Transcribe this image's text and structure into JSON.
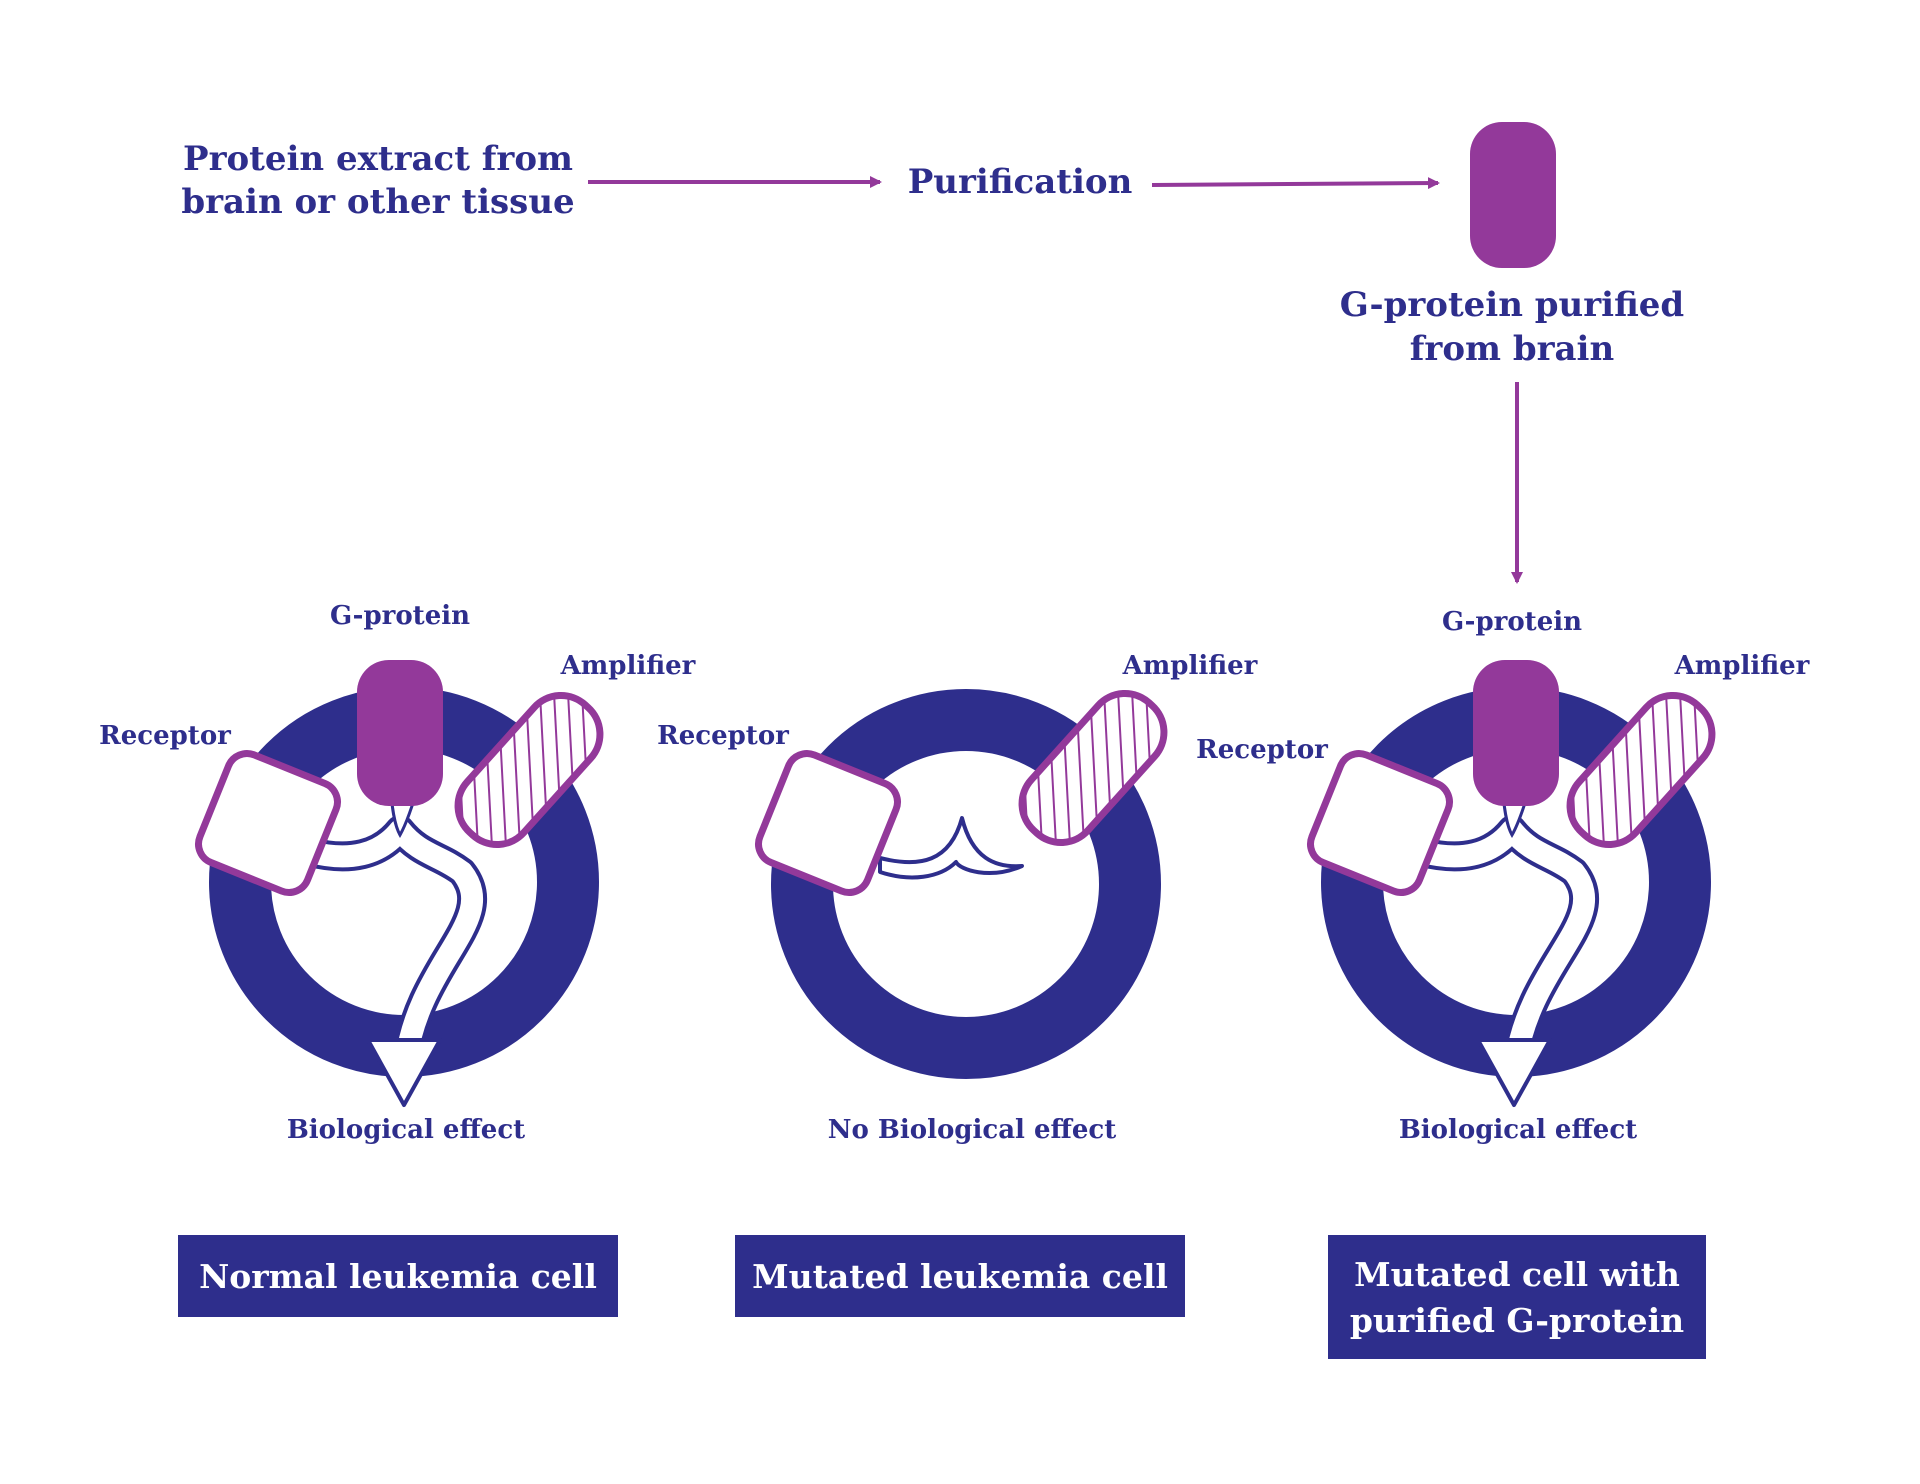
{
  "colors": {
    "navy": "#2e2e8c",
    "purple": "#93399a",
    "white": "#ffffff"
  },
  "flow": {
    "source_line1": "Protein extract from",
    "source_line2": "brain or other tissue",
    "step": "Purification",
    "result_line1": "G-protein purified",
    "result_line2": "from brain"
  },
  "cells": [
    {
      "gprotein_label": "G-protein",
      "amplifier_label": "Amplifier",
      "receptor_label": "Receptor",
      "effect_label": "Biological effect",
      "box_lines": [
        "Normal leukemia cell"
      ]
    },
    {
      "gprotein_label": "",
      "amplifier_label": "Amplifier",
      "receptor_label": "Receptor",
      "effect_label": "No Biological effect",
      "box_lines": [
        "Mutated leukemia cell"
      ]
    },
    {
      "gprotein_label": "G-protein",
      "amplifier_label": "Amplifier",
      "receptor_label": "Receptor",
      "effect_label": "Biological effect",
      "box_lines": [
        "Mutated cell with",
        "purified G-protein"
      ]
    }
  ]
}
